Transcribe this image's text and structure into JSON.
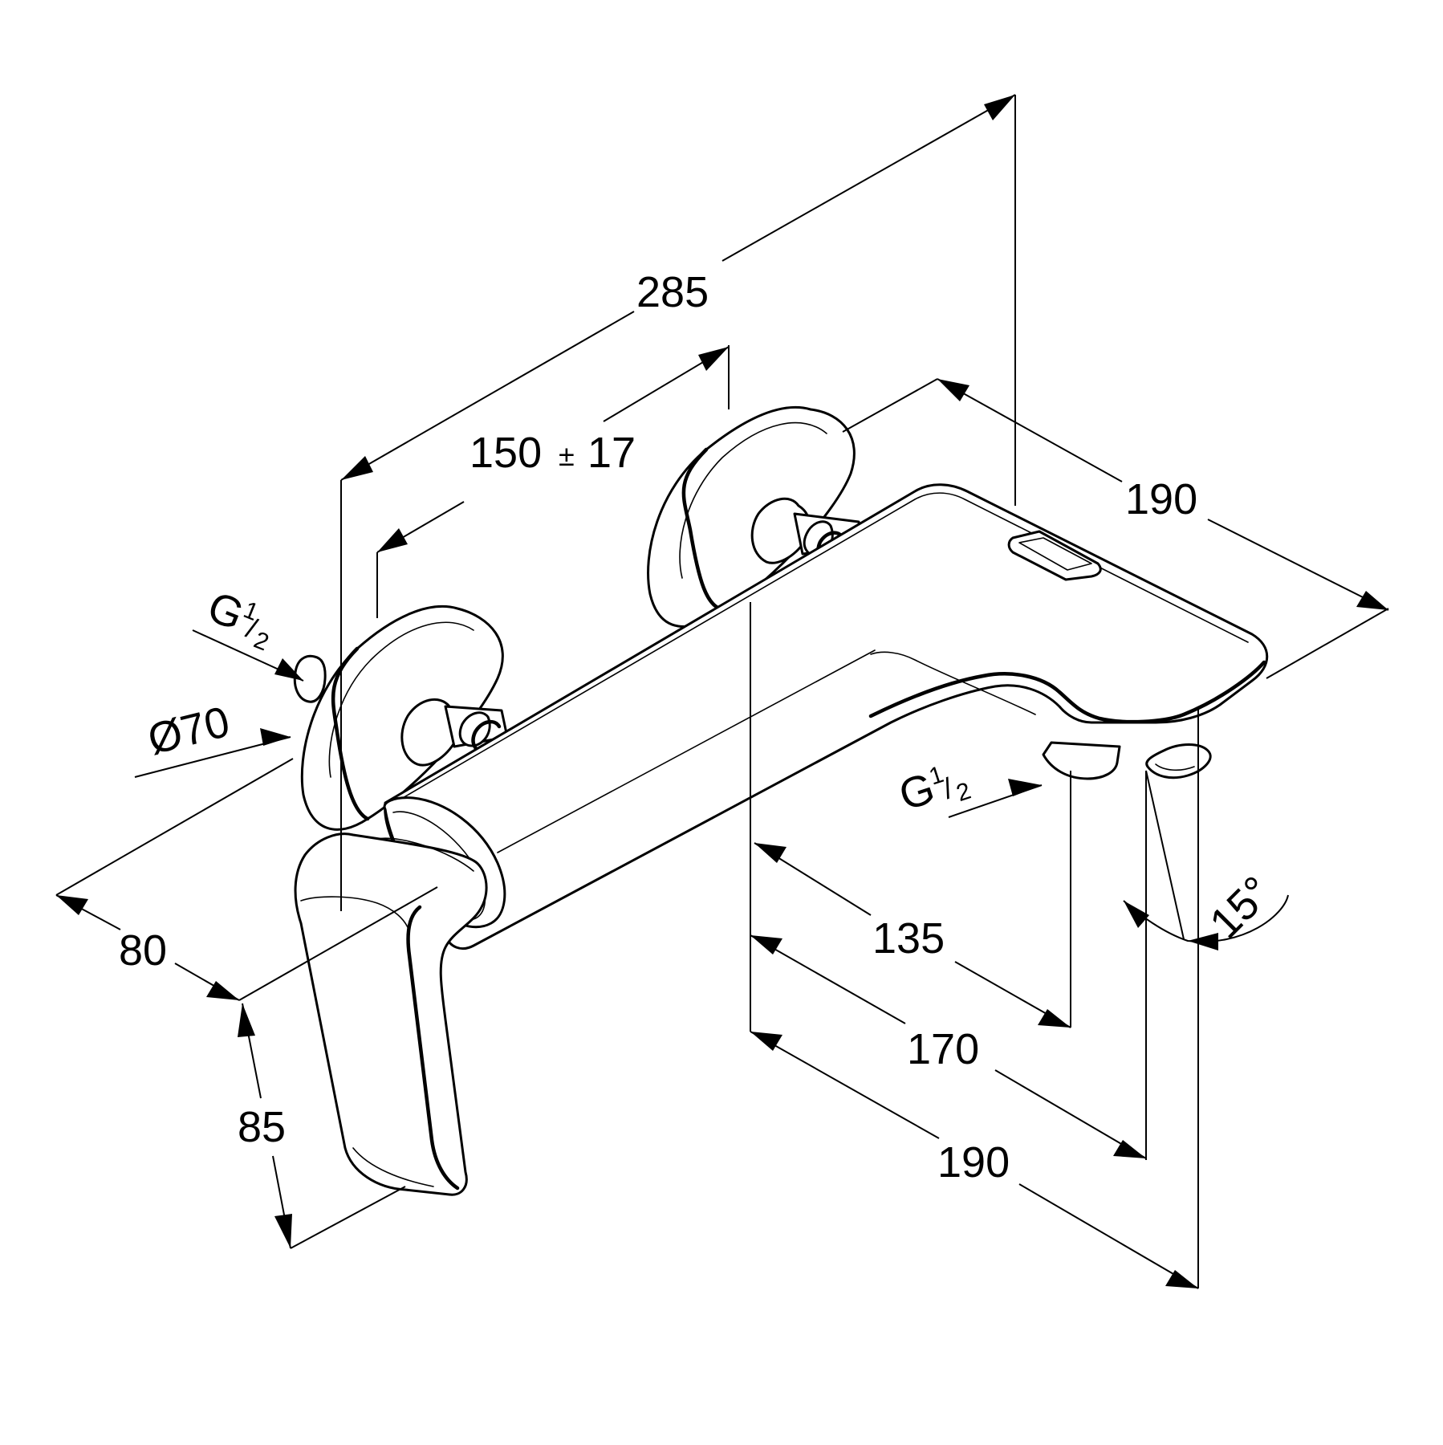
{
  "dimensions": {
    "overall_length": "285",
    "center_distance": "150",
    "center_tolerance_sign": "±",
    "center_tolerance": "17",
    "spout_depth_top": "190",
    "connection_top": "G",
    "connection_top_fraction_num": "1",
    "connection_top_fraction_den": "2",
    "rosette_diameter": "Ø70",
    "connection_spout": "G",
    "connection_spout_fraction_num": "1",
    "connection_spout_fraction_den": "2",
    "body_depth": "80",
    "lever_height": "85",
    "projection_outlet": "135",
    "projection_front": "170",
    "projection_total": "190",
    "spout_angle": "15°"
  },
  "colors": {
    "line": "#000000",
    "background": "#ffffff"
  }
}
